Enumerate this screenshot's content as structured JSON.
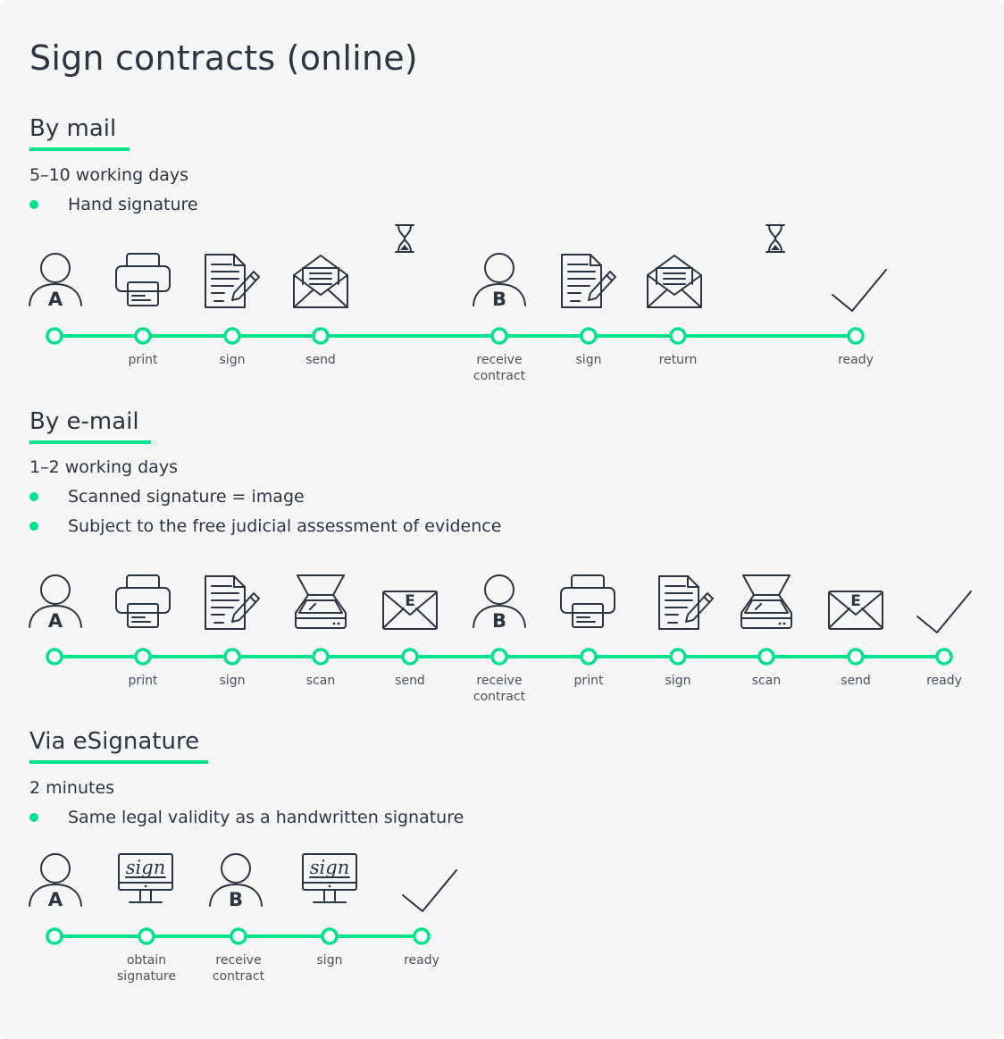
{
  "page_title": "Sign contracts (online)",
  "colors": {
    "accent": "#00e38c",
    "ink": "#2d3542",
    "background": "#f6f6f6"
  },
  "sections": [
    {
      "heading": "By mail",
      "duration": "5–10 working days",
      "bullets": [
        "Hand signature"
      ],
      "steps": [
        {
          "icon": "person-a-icon",
          "label": ""
        },
        {
          "icon": "printer-icon",
          "label": "print"
        },
        {
          "icon": "document-sign-icon",
          "label": "sign"
        },
        {
          "icon": "mail-envelope-icon",
          "label": "send"
        },
        {
          "icon": "person-b-icon",
          "label": "receive\ncontract"
        },
        {
          "icon": "document-sign-icon",
          "label": "sign"
        },
        {
          "icon": "mail-envelope-icon",
          "label": "return"
        },
        {
          "icon": "checkmark-icon",
          "label": "ready"
        }
      ],
      "wait_icons": [
        "hourglass-icon",
        "hourglass-icon"
      ]
    },
    {
      "heading": "By e-mail",
      "duration": "1–2 working days",
      "bullets": [
        "Scanned signature = image",
        "Subject to the free judicial assessment of evidence"
      ],
      "steps": [
        {
          "icon": "person-a-icon",
          "label": ""
        },
        {
          "icon": "printer-icon",
          "label": "print"
        },
        {
          "icon": "document-sign-icon",
          "label": "sign"
        },
        {
          "icon": "scanner-icon",
          "label": "scan"
        },
        {
          "icon": "email-envelope-icon",
          "label": "send"
        },
        {
          "icon": "person-b-icon",
          "label": "receive\ncontract"
        },
        {
          "icon": "printer-icon",
          "label": "print"
        },
        {
          "icon": "document-sign-icon",
          "label": "sign"
        },
        {
          "icon": "scanner-icon",
          "label": "scan"
        },
        {
          "icon": "email-envelope-icon",
          "label": "send"
        },
        {
          "icon": "checkmark-icon",
          "label": "ready"
        }
      ]
    },
    {
      "heading": "Via eSignature",
      "duration": "2 minutes",
      "bullets": [
        "Same legal validity as a handwritten signature"
      ],
      "steps": [
        {
          "icon": "person-a-icon",
          "label": ""
        },
        {
          "icon": "monitor-sign-icon",
          "label": "obtain\nsignature"
        },
        {
          "icon": "person-b-icon",
          "label": "receive\ncontract"
        },
        {
          "icon": "monitor-sign-icon",
          "label": "sign"
        },
        {
          "icon": "checkmark-icon",
          "label": "ready"
        }
      ]
    }
  ],
  "icon_text": {
    "person_a": "A",
    "person_b": "B",
    "email": "E",
    "monitor": "sign"
  }
}
